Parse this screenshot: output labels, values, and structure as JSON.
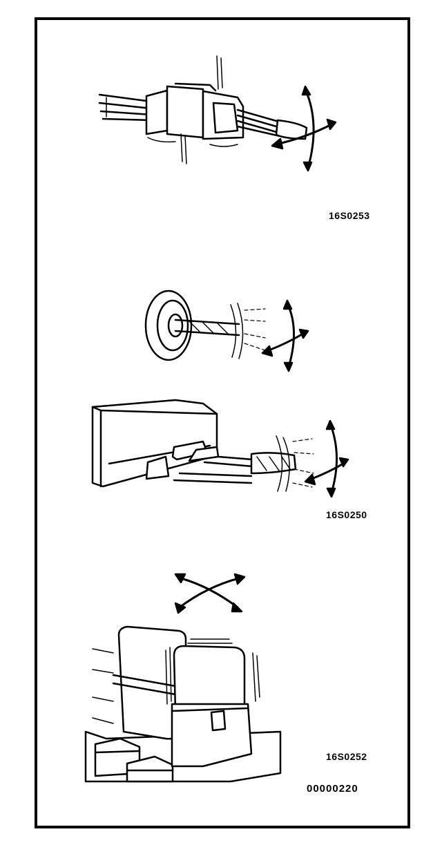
{
  "figures": [
    {
      "code": "16S0253"
    },
    {
      "code": "16S0250"
    },
    {
      "code": "16S0252"
    }
  ],
  "document_code": "00000220",
  "colors": {
    "ink": "#000000",
    "paper": "#ffffff"
  }
}
